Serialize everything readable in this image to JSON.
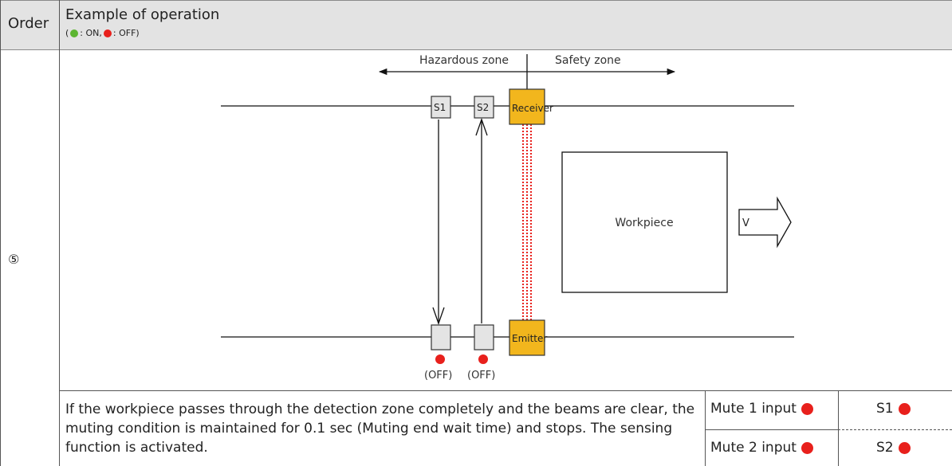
{
  "table": {
    "col_order": "Order",
    "col_example": "Example of operation",
    "legend": {
      "open": "(",
      "on_label": ": ON, ",
      "off_label": ": OFF)"
    },
    "order_value": "⑤"
  },
  "diagram": {
    "hazardous_zone": "Hazardous zone",
    "safety_zone": "Safety zone",
    "s1": "S1",
    "s2": "S2",
    "receiver": "Receiver",
    "emitter": "Emitter",
    "workpiece": "Workpiece",
    "velocity": "V",
    "s1_status": "(OFF)",
    "s2_status": "(OFF)"
  },
  "description": "If the workpiece passes through the detection zone completely and the beams are clear, the muting condition is maintained for 0.1 sec (Muting end wait time) and stops. The sensing function is activated.",
  "status": {
    "mute1": "Mute 1 input",
    "mute2": "Mute 2 input",
    "s1": "S1",
    "s2": "S2"
  },
  "colors": {
    "on": "#5cb531",
    "off": "#e8201c",
    "sensor_fill": "#f2b61d",
    "beam": "#e8201c"
  }
}
